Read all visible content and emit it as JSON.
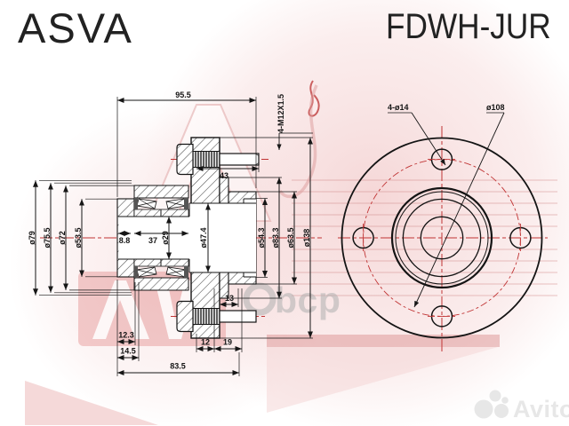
{
  "header": {
    "brand": "ASVA",
    "part_number": "FDWH-JUR"
  },
  "section_view": {
    "overall_width": "95.5",
    "stud_thread": "4-M12X1.5",
    "stud_length": "43",
    "dia_left": [
      "ø79",
      "ø75.5",
      "ø72",
      "ø53.5"
    ],
    "dia_bore": "ø29",
    "spacer_width": "8.8",
    "bearing_width": "37",
    "dia_right": [
      "ø47.4",
      "ø54.3",
      "ø83.3",
      "ø63.5",
      "ø138"
    ],
    "bottom_dims": [
      "12.3",
      "14.5",
      "12",
      "19",
      "83.5"
    ],
    "boss_width": "13"
  },
  "front_view": {
    "bolt_holes": "4-ø14",
    "bolt_circle": "ø108"
  },
  "watermarks": {
    "abcp": "bcp",
    "avito": "Avito"
  },
  "colors": {
    "line": "#1a1a1a",
    "centerline": "#c03434",
    "pink": "#f6d8d8",
    "red_accent": "#d06060",
    "gray_mark": "#b0b0b0",
    "avito_gray": "#e7e7e7"
  }
}
